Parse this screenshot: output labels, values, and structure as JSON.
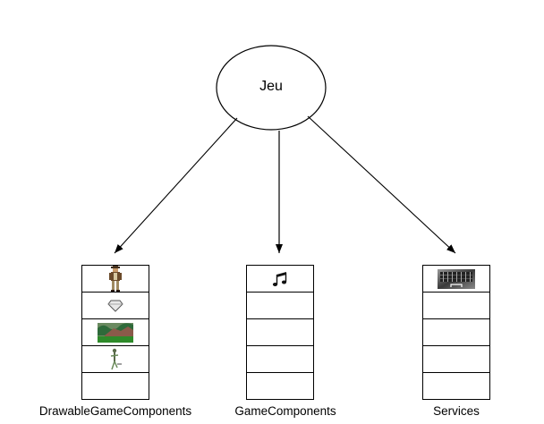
{
  "root": {
    "label": "Jeu"
  },
  "collections": [
    {
      "id": "drawable",
      "label": "DrawableGameComponents",
      "slots": [
        {
          "icon": "adventurer-sprite-icon"
        },
        {
          "icon": "diamond-gem-icon"
        },
        {
          "icon": "landscape-background-icon"
        },
        {
          "icon": "skeleton-sprite-icon"
        },
        {
          "icon": ""
        }
      ]
    },
    {
      "id": "components",
      "label": "GameComponents",
      "slots": [
        {
          "icon": "music-note-icon"
        },
        {
          "icon": ""
        },
        {
          "icon": ""
        },
        {
          "icon": ""
        },
        {
          "icon": ""
        }
      ]
    },
    {
      "id": "services",
      "label": "Services",
      "slots": [
        {
          "icon": "keyboard-icon"
        },
        {
          "icon": ""
        },
        {
          "icon": ""
        },
        {
          "icon": ""
        },
        {
          "icon": ""
        }
      ]
    }
  ],
  "edges": [
    {
      "from": "Jeu",
      "to": "DrawableGameComponents"
    },
    {
      "from": "Jeu",
      "to": "GameComponents"
    },
    {
      "from": "Jeu",
      "to": "Services"
    }
  ]
}
